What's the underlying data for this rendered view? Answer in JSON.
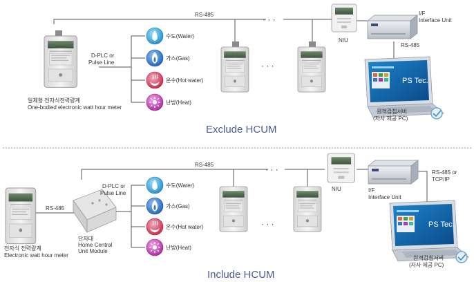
{
  "colors": {
    "line": "#555555",
    "caption": "#4a5a9a",
    "water": "#2fa6d8",
    "gas": "#2f76c8",
    "hot_water": "#d63a5a",
    "heat": "#c03ab0",
    "separator": "#999999"
  },
  "top": {
    "rs485_bus_label": "RS-485",
    "ellipsis": "· · ·",
    "meter_label_line1": "일체형 전자식전력량계",
    "meter_label_line2": "One-bodied electronic watt hour meter",
    "plc_label_line1": "D-PLC or",
    "plc_label_line2": "Pulse Line",
    "utilities": [
      {
        "label": "수도(Water)",
        "icon": "water-drop-icon"
      },
      {
        "label": "가스(Gas)",
        "icon": "gas-flame-icon"
      },
      {
        "label": "온수(Hot water)",
        "icon": "hot-water-icon"
      },
      {
        "label": "난방(Heat)",
        "icon": "heat-icon"
      }
    ],
    "niu_label": "NIU",
    "interface_unit_line1": "I/F",
    "interface_unit_line2": "Interface Unit",
    "link_label": "RS-485",
    "server_screen_text": "PS Tec.",
    "server_label_line1": "원격검침서버",
    "server_label_line2": "(자사 제공 PC)",
    "caption": "Exclude HCUM"
  },
  "bottom": {
    "rs485_bus_label": "RS-485",
    "ellipsis": "· · ·",
    "meter_label_line1": "전자식 전력량계",
    "meter_label_line2": "Electronic watt hour meter",
    "meter_link_label": "RS-485",
    "plc_label_line1": "D-PLC or",
    "plc_label_line2": "Pulse Line",
    "hcum_label_line1": "단자대",
    "hcum_label_line2": "Home Central",
    "hcum_label_line3": "Unit Module",
    "utilities": [
      {
        "label": "수도(Water)",
        "icon": "water-drop-icon"
      },
      {
        "label": "가스(Gas)",
        "icon": "gas-flame-icon"
      },
      {
        "label": "온수(Hot water)",
        "icon": "hot-water-icon"
      },
      {
        "label": "난방(Heat)",
        "icon": "heat-icon"
      }
    ],
    "niu_label": "NIU",
    "interface_unit_line1": "I/F",
    "interface_unit_line2": "Interface Unit",
    "link_label_line1": "RS-485 or",
    "link_label_line2": "TCP/IP",
    "server_screen_text": "PS Tec.",
    "server_label_line1": "원격검침서버",
    "server_label_line2": "(자사 제공 PC)",
    "caption": "Include HCUM"
  }
}
